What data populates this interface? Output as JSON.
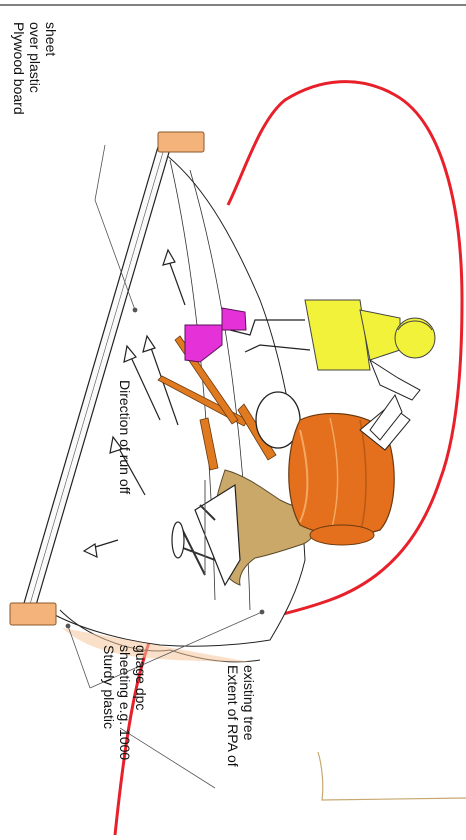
{
  "labels": {
    "plywood": [
      "Plywood board",
      "over plastic",
      "sheet"
    ],
    "direction": "Direction of run off",
    "rpa": [
      "Extent of RPA of",
      "existing tree"
    ],
    "plastic": [
      "Sturdy plastic",
      "sheeting e.g. 1000",
      "guage dpc"
    ]
  },
  "colors": {
    "rpa_boundary": "#e8202a",
    "board_ends": "#f4b37a",
    "mixer_drum": "#e46f1c",
    "wheelbarrow": "#e07a20",
    "worker_shirt": "#f2f23a",
    "worker_boots": "#e532d8",
    "material_pile": "#c9a86a",
    "tree_root": "#c8a870"
  },
  "icons": [
    "cement-mixer",
    "wheelbarrow",
    "worker",
    "arrow-up"
  ]
}
